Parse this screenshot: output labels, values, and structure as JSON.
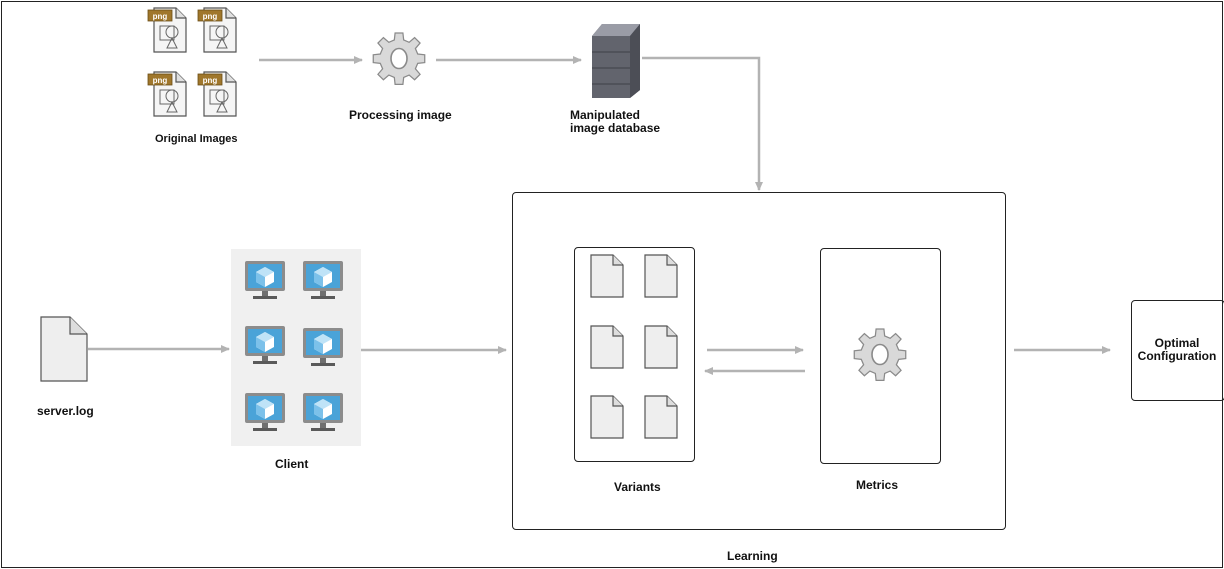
{
  "pipeline_top": {
    "original_images_label": "Original Images",
    "png_badge": "png",
    "processing_label": "Processing image",
    "database_label_line1": "Manipulated",
    "database_label_line2": "image database"
  },
  "pipeline_left": {
    "log_label": "server.log",
    "client_label": "Client"
  },
  "learning": {
    "label": "Learning",
    "variants_label": "Variants",
    "metrics_label": "Metrics"
  },
  "output": {
    "line1": "Optimal",
    "line2": "Configuration"
  },
  "colors": {
    "arrow": "#b3b3b3",
    "frame": "#222222",
    "png_badge": "#a0772c",
    "monitor_screen": "#4aa3d8",
    "client_bg": "#f0f0f0"
  },
  "icons": {
    "image_file": "png-file-icon",
    "gear": "gear-icon",
    "server": "server-icon",
    "log_file": "document-icon",
    "client": "monitor-icon"
  }
}
